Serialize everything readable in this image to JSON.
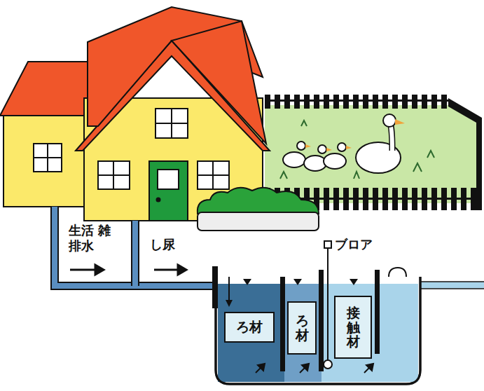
{
  "diagram": {
    "nodes": [
      {
        "text": [
          "ろ材"
        ]
      },
      {
        "text": [
          "ろ材"
        ]
      },
      {
        "text": [
          "接触材"
        ]
      }
    ],
    "labels": [
      "生活 雑排水",
      "し尿",
      "ブロア"
    ]
  }
}
